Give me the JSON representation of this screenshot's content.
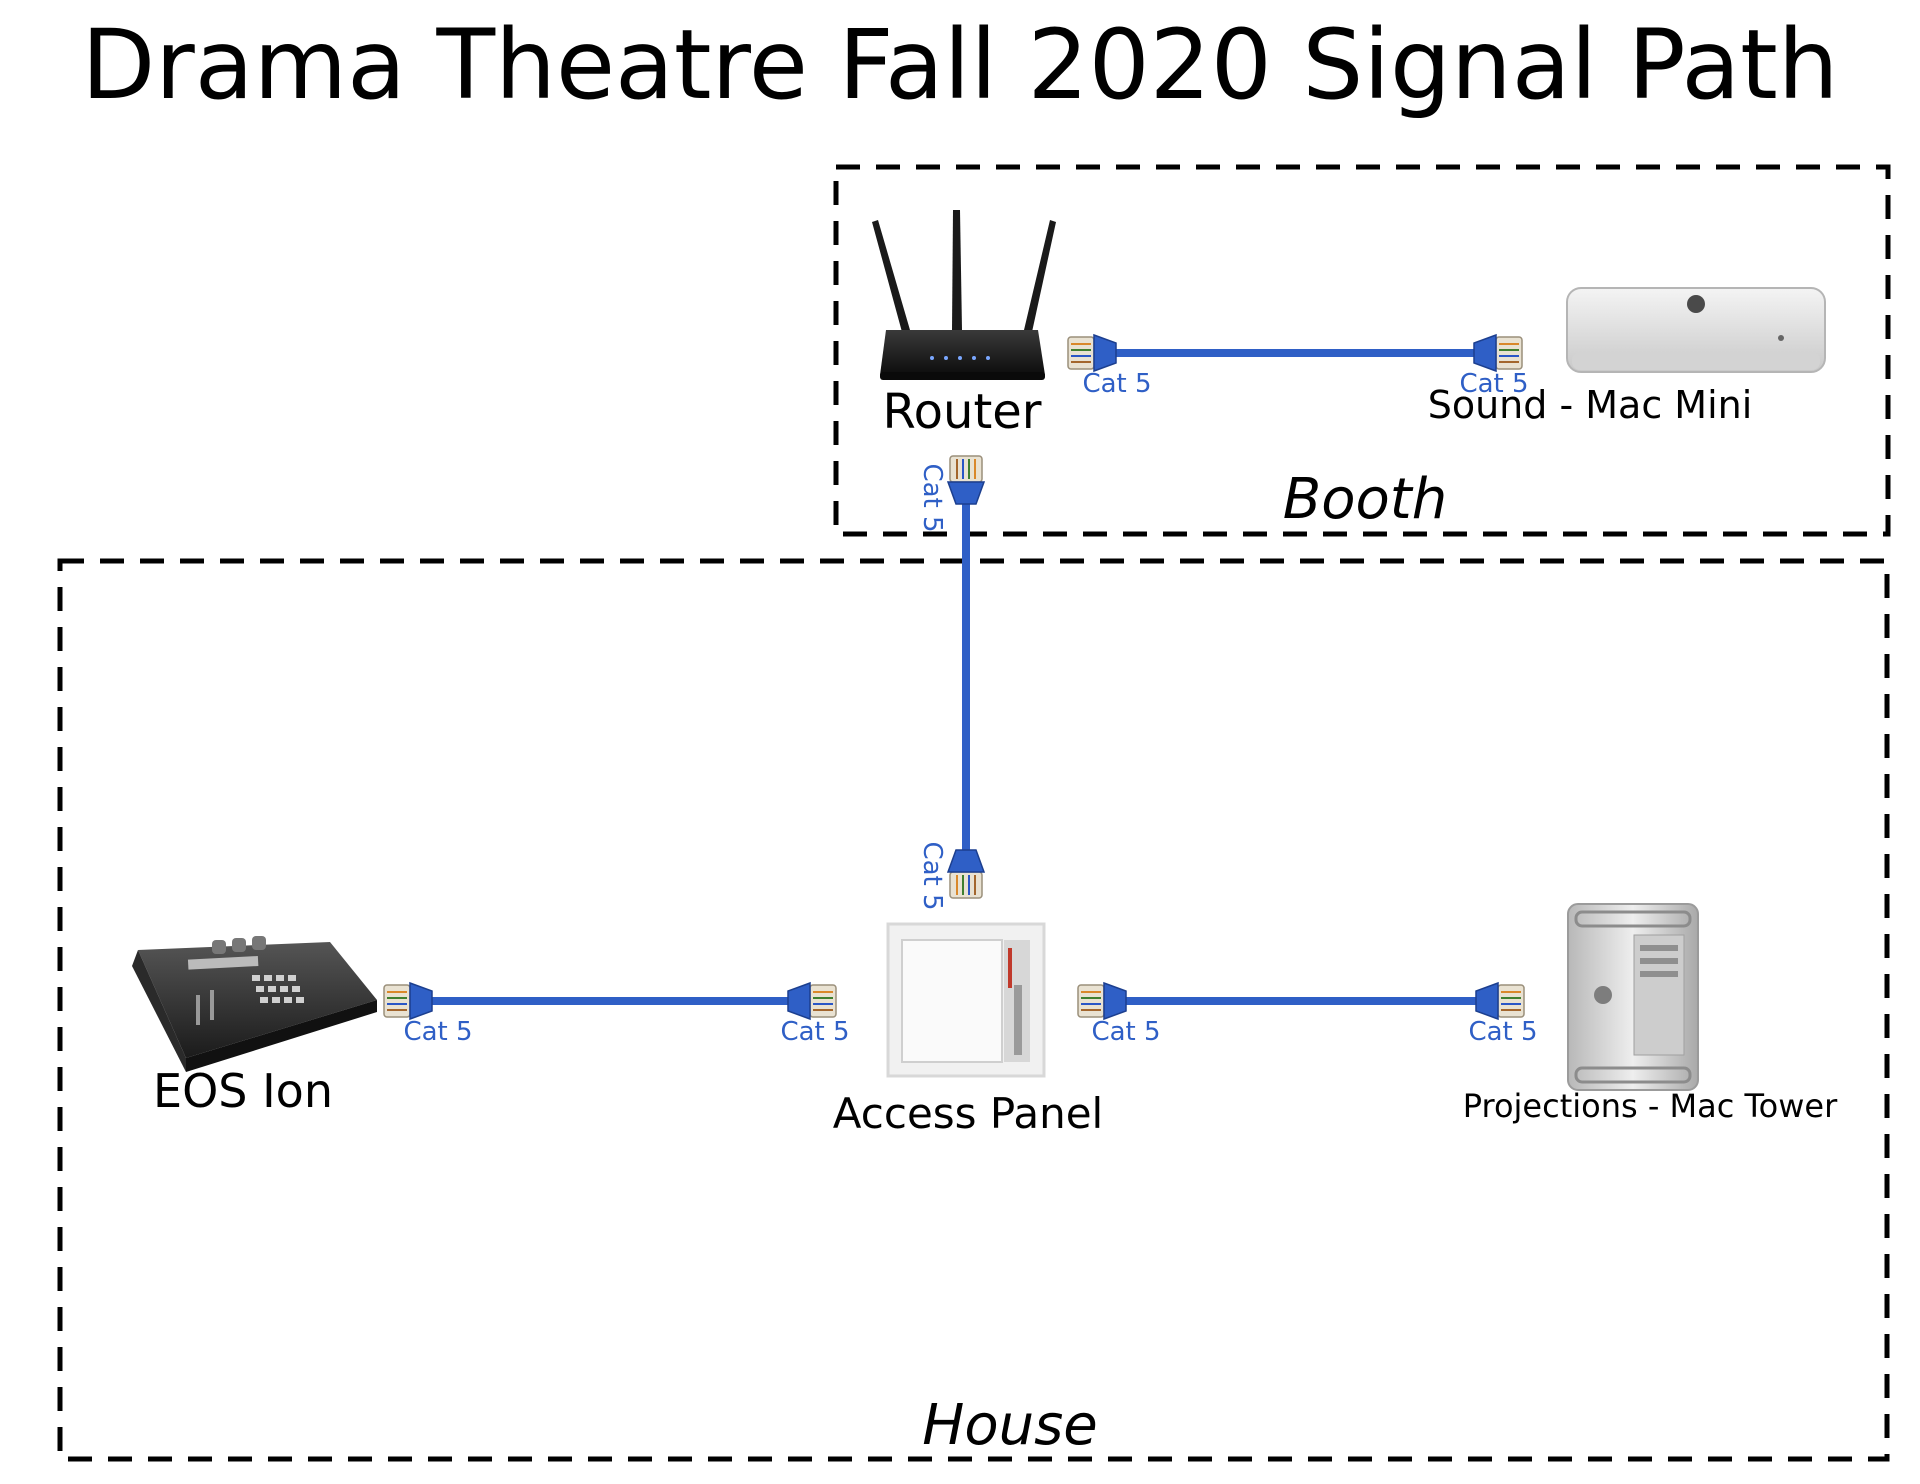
{
  "title": "Drama Theatre Fall 2020 Signal Path",
  "colors": {
    "cable": "#2f5fc6",
    "cable_label": "#2f5fc6",
    "zone_border": "#000000",
    "background": "#ffffff"
  },
  "zones": {
    "booth": {
      "label": "Booth"
    },
    "house": {
      "label": "House"
    }
  },
  "devices": {
    "router": {
      "label": "Router",
      "icon": "router-icon"
    },
    "sound": {
      "label": "Sound - Mac Mini",
      "icon": "mac-mini-icon"
    },
    "access_panel": {
      "label": "Access Panel",
      "icon": "access-panel-icon"
    },
    "eos": {
      "label": "EOS Ion",
      "icon": "lighting-console-icon"
    },
    "projections": {
      "label": "Projections - Mac Tower",
      "icon": "mac-tower-icon"
    }
  },
  "cables": [
    {
      "from": "router",
      "to": "sound",
      "labels": [
        "Cat 5",
        "Cat 5"
      ]
    },
    {
      "from": "router",
      "to": "access_panel",
      "labels": [
        "Cat 5",
        "Cat 5"
      ]
    },
    {
      "from": "eos",
      "to": "access_panel",
      "labels": [
        "Cat 5",
        "Cat 5"
      ]
    },
    {
      "from": "access_panel",
      "to": "projections",
      "labels": [
        "Cat 5",
        "Cat 5"
      ]
    }
  ]
}
